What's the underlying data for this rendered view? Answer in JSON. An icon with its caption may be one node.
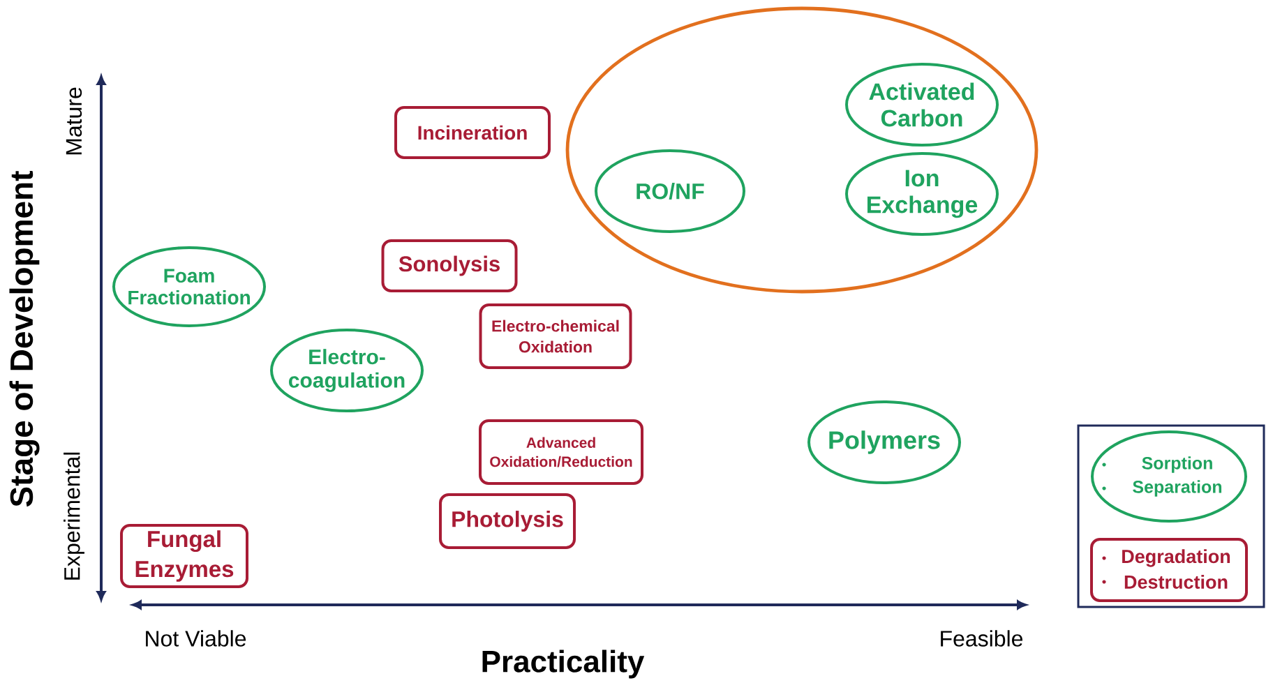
{
  "diagram": {
    "nodes": [
      {
        "text": [],
        "shape": "ellipse"
      },
      {
        "text": [
          "Activated Carbon"
        ],
        "in": 0
      },
      {
        "text": [
          "Incineration"
        ]
      },
      {
        "text": [
          "RO/NF"
        ],
        "in": 0
      },
      {
        "text": [
          "Ion Exchange"
        ],
        "in": 0
      },
      {
        "text": [
          "Sonolysis"
        ]
      },
      {
        "text": [
          "Foam Fractionation"
        ]
      },
      {
        "text": [
          "Electro-chemical Oxidation"
        ]
      },
      {
        "text": [
          "Electro-coagulation"
        ]
      },
      {
        "text": [
          "Polymers"
        ]
      },
      {
        "text": [
          "Advanced Oxidation/Reduction"
        ]
      },
      {
        "text": [
          "Photolysis"
        ]
      },
      {
        "text": [
          "Fungal Enzymes"
        ]
      }
    ],
    "labels": [
      "Mature",
      "Stage of Development",
      "Experimental",
      "Not Viable",
      "Feasible",
      "Practicality"
    ],
    "legend": [
      {
        "text": "Sorption"
      },
      {
        "text": "Separation"
      },
      {
        "text": "Degradation"
      },
      {
        "text": "Destruction"
      }
    ]
  }
}
